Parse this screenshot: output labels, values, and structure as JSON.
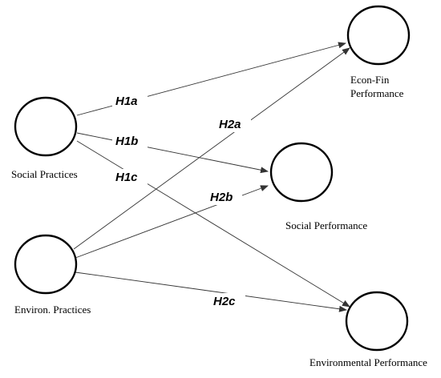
{
  "nodes": [
    {
      "id": "social_practices",
      "label_lines": [
        "Social Practices"
      ],
      "icon": "circle-node"
    },
    {
      "id": "environ_practices",
      "label_lines": [
        "Environ. Practices"
      ],
      "icon": "circle-node"
    },
    {
      "id": "econ_fin",
      "label_lines": [
        "Econ-Fin",
        "Performance"
      ],
      "icon": "circle-node"
    },
    {
      "id": "social_perf",
      "label_lines": [
        "Social Performance"
      ],
      "icon": "circle-node"
    },
    {
      "id": "env_perf",
      "label_lines": [
        "Environmental Performance"
      ],
      "icon": "circle-node"
    }
  ],
  "edges": [
    {
      "id": "h1a",
      "from": "social_practices",
      "to": "econ_fin",
      "label": "H1a"
    },
    {
      "id": "h1b",
      "from": "social_practices",
      "to": "social_perf",
      "label": "H1b"
    },
    {
      "id": "h1c",
      "from": "social_practices",
      "to": "env_perf",
      "label": "H1c"
    },
    {
      "id": "h2a",
      "from": "environ_practices",
      "to": "econ_fin",
      "label": "H2a"
    },
    {
      "id": "h2b",
      "from": "environ_practices",
      "to": "social_perf",
      "label": "H2b"
    },
    {
      "id": "h2c",
      "from": "environ_practices",
      "to": "env_perf",
      "label": "H2c"
    }
  ],
  "colors": {
    "node_stroke": "#000000",
    "edge_stroke": "#333333",
    "background": "#ffffff"
  }
}
